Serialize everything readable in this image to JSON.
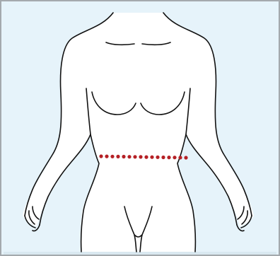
{
  "colors": {
    "background": "#e6f3fa",
    "border": "#a4a9ad",
    "figure_fill": "#ffffff",
    "outline": "#111111",
    "measure_dots": "#b52025"
  },
  "illustration": {
    "subject": "female-torso-front",
    "measurement": "waist",
    "dot_count": 16
  }
}
